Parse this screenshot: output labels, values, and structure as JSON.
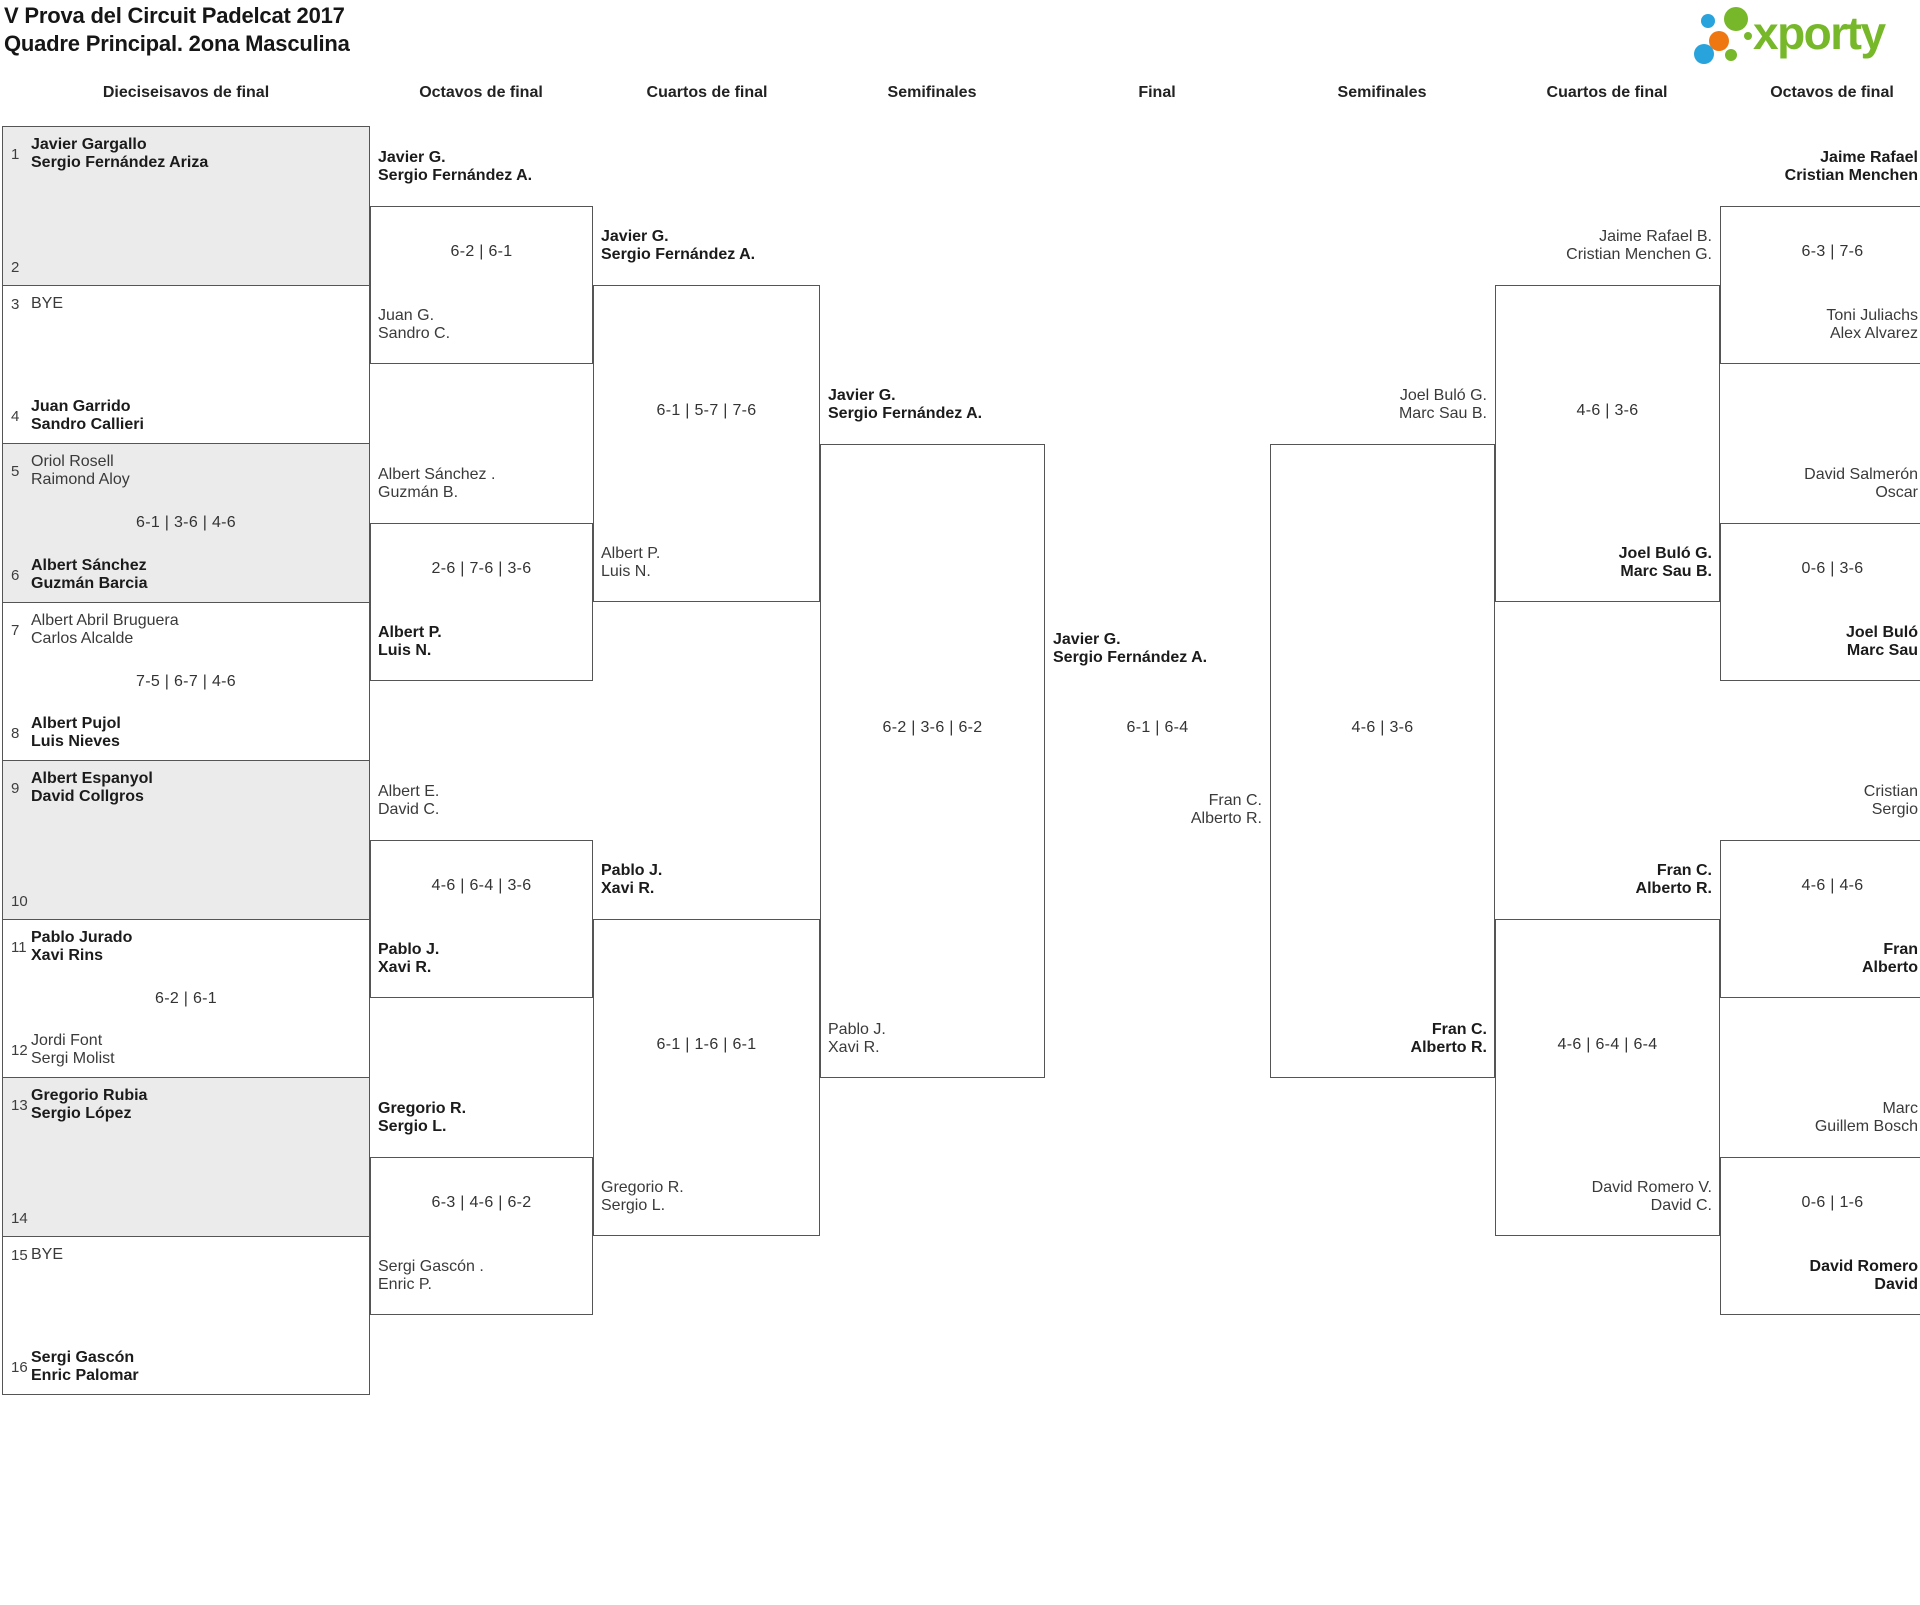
{
  "page": {
    "title_line1": "V Prova del Circuit Padelcat 2017",
    "title_line2": "Quadre Principal. 2ona Masculina"
  },
  "logo": {
    "text": "xporty",
    "colors": {
      "green": "#76B82A",
      "blue": "#29A3DC",
      "orange": "#EE7711"
    }
  },
  "round_headers": [
    {
      "label": "Dieciseisavos de final"
    },
    {
      "label": "Octavos de final"
    },
    {
      "label": "Cuartos de final"
    },
    {
      "label": "Semifinales"
    },
    {
      "label": "Final"
    },
    {
      "label": "Semifinales"
    },
    {
      "label": "Cuartos de final"
    },
    {
      "label": "Octavos de final"
    }
  ],
  "round32": {
    "boxes": [
      {
        "shaded": true,
        "score": "",
        "slots": [
          {
            "num": "1",
            "line1": "Javier Gargallo",
            "line2": "Sergio Fernández Ariza",
            "bold": true
          },
          {
            "num": "2"
          }
        ]
      },
      {
        "shaded": false,
        "score": "",
        "slots": [
          {
            "num": "3",
            "line1": "BYE"
          },
          {
            "num": "4",
            "line1": "Juan Garrido",
            "line2": "Sandro Callieri",
            "bold": true
          }
        ]
      },
      {
        "shaded": true,
        "score": "6-1 | 3-6 | 4-6",
        "slots": [
          {
            "num": "5",
            "line1": "Oriol Rosell",
            "line2": "Raimond Aloy"
          },
          {
            "num": "6",
            "line1": "Albert Sánchez",
            "line2": "Guzmán Barcia",
            "bold": true
          }
        ]
      },
      {
        "shaded": false,
        "score": "7-5 | 6-7 | 4-6",
        "slots": [
          {
            "num": "7",
            "line1": "Albert Abril Bruguera",
            "line2": "Carlos Alcalde"
          },
          {
            "num": "8",
            "line1": "Albert Pujol",
            "line2": "Luis Nieves",
            "bold": true
          }
        ]
      },
      {
        "shaded": true,
        "score": "",
        "slots": [
          {
            "num": "9",
            "line1": "Albert Espanyol",
            "line2": "David Collgros",
            "bold": true
          },
          {
            "num": "10"
          }
        ]
      },
      {
        "shaded": false,
        "score": "6-2 | 6-1",
        "slots": [
          {
            "num": "11",
            "line1": "Pablo Jurado",
            "line2": "Xavi Rins",
            "bold": true
          },
          {
            "num": "12",
            "line1": "Jordi Font",
            "line2": "Sergi Molist"
          }
        ]
      },
      {
        "shaded": true,
        "score": "",
        "slots": [
          {
            "num": "13",
            "line1": "Gregorio Rubia",
            "line2": "Sergio López",
            "bold": true
          },
          {
            "num": "14"
          }
        ]
      },
      {
        "shaded": false,
        "score": "",
        "slots": [
          {
            "num": "15",
            "line1": "BYE"
          },
          {
            "num": "16",
            "line1": "Sergi Gascón",
            "line2": "Enric Palomar",
            "bold": true
          }
        ]
      }
    ]
  },
  "rounds": [
    {
      "id": "octavos-left",
      "matches": [
        {
          "teamA": {
            "line1": "Javier G.",
            "line2": "Sergio Fernández A.",
            "bold": true
          },
          "teamB": {
            "line1": "Juan G.",
            "line2": "Sandro C."
          },
          "score": "6-2 | 6-1"
        },
        {
          "teamA": {
            "line1": "Albert Sánchez .",
            "line2": "Guzmán B."
          },
          "teamB": {
            "line1": "Albert P.",
            "line2": "Luis N.",
            "bold": true
          },
          "score": "2-6 | 7-6 | 3-6"
        },
        {
          "teamA": {
            "line1": "Albert E.",
            "line2": "David C."
          },
          "teamB": {
            "line1": "Pablo J.",
            "line2": "Xavi R.",
            "bold": true
          },
          "score": "4-6 | 6-4 | 3-6"
        },
        {
          "teamA": {
            "line1": "Gregorio R.",
            "line2": "Sergio L.",
            "bold": true
          },
          "teamB": {
            "line1": "Sergi Gascón .",
            "line2": "Enric P."
          },
          "score": "6-3 | 4-6 | 6-2"
        }
      ]
    },
    {
      "id": "cuartos-left",
      "matches": [
        {
          "teamA": {
            "line1": "Javier G.",
            "line2": "Sergio Fernández A.",
            "bold": true
          },
          "teamB": {
            "line1": "Albert P.",
            "line2": "Luis N."
          },
          "score": "6-1 | 5-7 | 7-6"
        },
        {
          "teamA": {
            "line1": "Pablo J.",
            "line2": "Xavi R.",
            "bold": true
          },
          "teamB": {
            "line1": "Gregorio R.",
            "line2": "Sergio L."
          },
          "score": "6-1 | 1-6 | 6-1"
        }
      ]
    },
    {
      "id": "semifinal-left",
      "matches": [
        {
          "teamA": {
            "line1": "Javier G.",
            "line2": "Sergio Fernández A.",
            "bold": true
          },
          "teamB": {
            "line1": "Pablo J.",
            "line2": "Xavi R."
          },
          "score": "6-2 | 3-6 | 6-2"
        }
      ]
    },
    {
      "id": "semifinal-right",
      "matches": [
        {
          "teamA": {
            "line1": "Joel Buló G.",
            "line2": "Marc Sau B."
          },
          "teamB": {
            "line1": "Fran C.",
            "line2": "Alberto R.",
            "bold": true
          },
          "score": "4-6 | 3-6"
        }
      ]
    },
    {
      "id": "cuartos-right",
      "matches": [
        {
          "teamA": {
            "line1": "Jaime Rafael B.",
            "line2": "Cristian Menchen G."
          },
          "teamB": {
            "line1": "Joel Buló G.",
            "line2": "Marc Sau B.",
            "bold": true
          },
          "score": "4-6 | 3-6"
        },
        {
          "teamA": {
            "line1": "Fran C.",
            "line2": "Alberto R.",
            "bold": true
          },
          "teamB": {
            "line1": "David Romero V.",
            "line2": "David C."
          },
          "score": "4-6 | 6-4 | 6-4"
        }
      ]
    },
    {
      "id": "octavos-right",
      "matches": [
        {
          "teamA": {
            "line1": "Jaime Rafael",
            "line2": "Cristian Menchen",
            "bold": true
          },
          "teamB": {
            "line1": "Toni Juliachs",
            "line2": "Alex Alvarez"
          },
          "score": "6-3 | 7-6"
        },
        {
          "teamA": {
            "line1": "David Salmerón",
            "line2": "Oscar"
          },
          "teamB": {
            "line1": "Joel Buló",
            "line2": "Marc Sau",
            "bold": true
          },
          "score": "0-6 | 3-6"
        },
        {
          "teamA": {
            "line1": "Cristian",
            "line2": "Sergio"
          },
          "teamB": {
            "line1": "Fran",
            "line2": "Alberto",
            "bold": true
          },
          "score": "4-6 | 4-6"
        },
        {
          "teamA": {
            "line1": "Marc",
            "line2": "Guillem Bosch"
          },
          "teamB": {
            "line1": "David Romero",
            "line2": "David",
            "bold": true
          },
          "score": "0-6 | 1-6"
        }
      ]
    }
  ],
  "final": {
    "winner": {
      "line1": "Javier G.",
      "line2": "Sergio Fernández A.",
      "bold": true
    },
    "runner_up": {
      "line1": "Fran C.",
      "line2": "Alberto R."
    },
    "score": "6-1 | 6-4"
  }
}
